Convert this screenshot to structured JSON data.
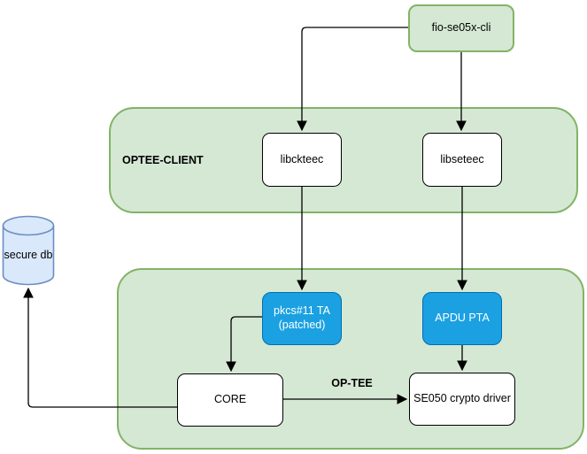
{
  "diagram": {
    "fio_box": "fio-se05x-cli",
    "secure_db": "secure db",
    "optee_client": {
      "title": "OPTEE-CLIENT",
      "libs": [
        "libckteec",
        "libseteec"
      ]
    },
    "optee": {
      "label": "OP-TEE",
      "pkcs11_ta_lines": [
        "pkcs#11 TA",
        "(patched)"
      ],
      "apdu_pta": "APDU PTA",
      "core": "CORE",
      "se050_driver": "SE050 crypto driver"
    },
    "colors": {
      "green_fill": "#d5e8d4",
      "green_border": "#82b366",
      "blue_fill": "#1ba1e2",
      "blue_border": "#006eaf",
      "db_fill": "#dae8fc",
      "db_border": "#6c8ebf",
      "connector": "#000000"
    }
  }
}
